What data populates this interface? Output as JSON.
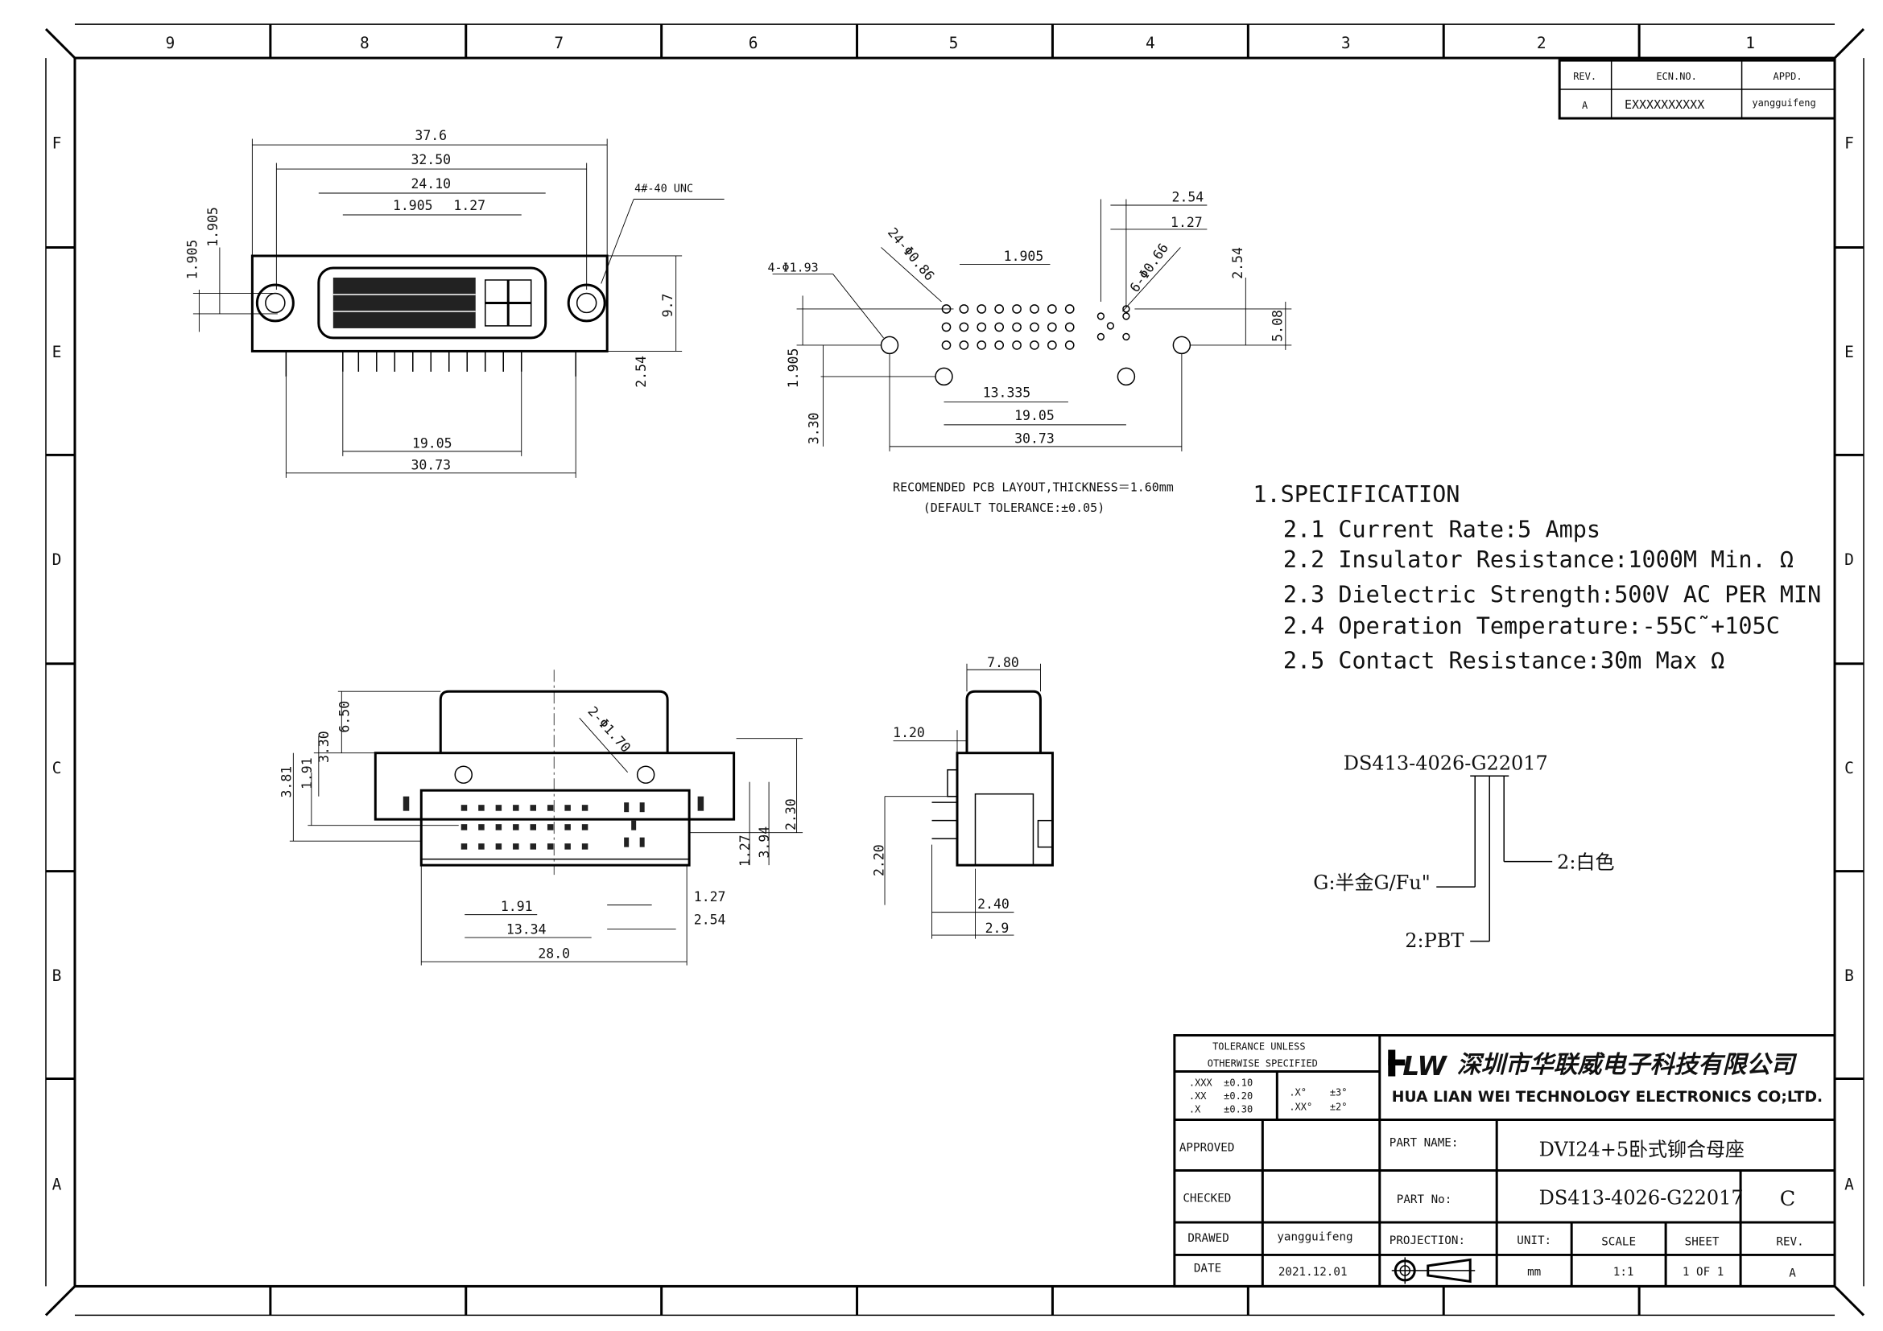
{
  "frame": {
    "columns": [
      "9",
      "8",
      "7",
      "6",
      "5",
      "4",
      "3",
      "2",
      "1"
    ],
    "rows": [
      "F",
      "E",
      "D",
      "C",
      "B",
      "A"
    ]
  },
  "revision_table": {
    "headers": [
      "REV.",
      "ECN.NO.",
      "APPD."
    ],
    "row": [
      "A",
      "EXXXXXXXXXX",
      "yangguifeng"
    ]
  },
  "front_view": {
    "dims": [
      "37.6",
      "32.50",
      "24.10",
      "1.905",
      "1.27",
      "4#-40 UNC",
      "1.905",
      "1.905",
      "9.7",
      "2.54",
      "19.05",
      "30.73"
    ]
  },
  "pcb_layout": {
    "dims": [
      "2.54",
      "1.27",
      "1.905",
      "4-Φ1.93",
      "24-Φ0.86",
      "6-Φ0.66",
      "2.54",
      "5.08",
      "1.905",
      "3.30",
      "13.335",
      "19.05",
      "30.73"
    ],
    "note_line1": "RECOMENDED PCB LAYOUT,THICKNESS＝1.60mm",
    "note_line2": "(DEFAULT TOLERANCE:±0.05)"
  },
  "bottom_view": {
    "dims": [
      "6.50",
      "3.30",
      "3.81",
      "1.91",
      "2-Φ1.70",
      "2.30",
      "1.27",
      "3.94",
      "1.91",
      "13.34",
      "28.0",
      "1.27",
      "2.54"
    ]
  },
  "side_view": {
    "dims": [
      "7.80",
      "1.20",
      "2.20",
      "2.40",
      "2.9"
    ]
  },
  "specification": {
    "title": "1.SPECIFICATION",
    "items": [
      "2.1 Current Rate:5 Amps",
      "2.2 Insulator Resistance:1000M  Min. Ω",
      "2.3 Dielectric Strength:500V AC PER MIN",
      "2.4 Operation Temperature:-55C˜+105C",
      "2.5 Contact Resistance:30m  Max  Ω"
    ]
  },
  "part_callout": {
    "part_number": "DS413-4026-G22017",
    "plating": "G:半金G/Fu\"",
    "color": "2:白色",
    "material": "2:PBT"
  },
  "title_block": {
    "tolerance_header_1": "TOLERANCE UNLESS",
    "tolerance_header_2": "OTHERWISE SPECIFIED",
    "tolerances": [
      ".XXX  ±0.10",
      ".XX   ±0.20",
      ".X    ±0.30"
    ],
    "angle_tolerances": [
      ".X°    ±3°",
      ".XX°   ±2°"
    ],
    "company_cn": "深圳市华联威电子科技有限公司",
    "company_en": "HUA LIAN WEI TECHNOLOGY ELECTRONICS CO;LTD.",
    "logo": "HLW",
    "approved_label": "APPROVED",
    "checked_label": "CHECKED",
    "drawed_label": "DRAWED",
    "drawed_value": "yangguifeng",
    "date_label": "DATE",
    "date_value": "2021.12.01",
    "part_name_label": "PART NAME:",
    "part_name_value": "DVI24+5卧式铆合母座",
    "part_no_label": "PART No:",
    "part_no_value": "DS413-4026-G22017",
    "size": "C",
    "projection_label": "PROJECTION:",
    "unit_label": "UNIT:",
    "unit_value": "mm",
    "scale_label": "SCALE",
    "scale_value": "1:1",
    "sheet_label": "SHEET",
    "sheet_value": "1 OF 1",
    "rev_label": "REV.",
    "rev_value": "A"
  }
}
